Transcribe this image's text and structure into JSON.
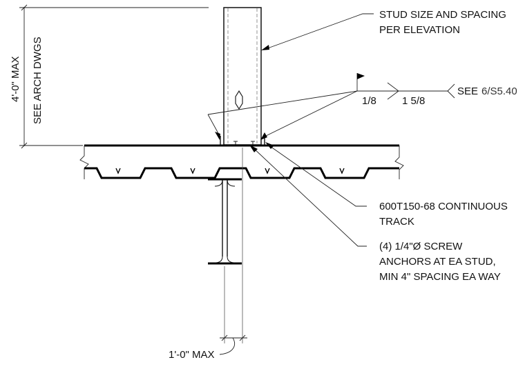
{
  "notes": {
    "stud": [
      "STUD SIZE AND SPACING",
      "PER ELEVATION"
    ],
    "track": [
      "600T150-68 CONTINUOUS",
      "TRACK"
    ],
    "screws": [
      "(4) 1/4\"Ø SCREW",
      "ANCHORS AT EA STUD,",
      "MIN 4\" SPACING EA WAY"
    ]
  },
  "dimensions": {
    "height_max": "4'-0\" MAX",
    "height_ref": "SEE ARCH DWGS",
    "offset_max": "1'-0\" MAX"
  },
  "weld": {
    "size": "1/8",
    "length_pitch": "1 5/8",
    "see_prefix": "SEE",
    "see_ref": "6/S5.40"
  }
}
